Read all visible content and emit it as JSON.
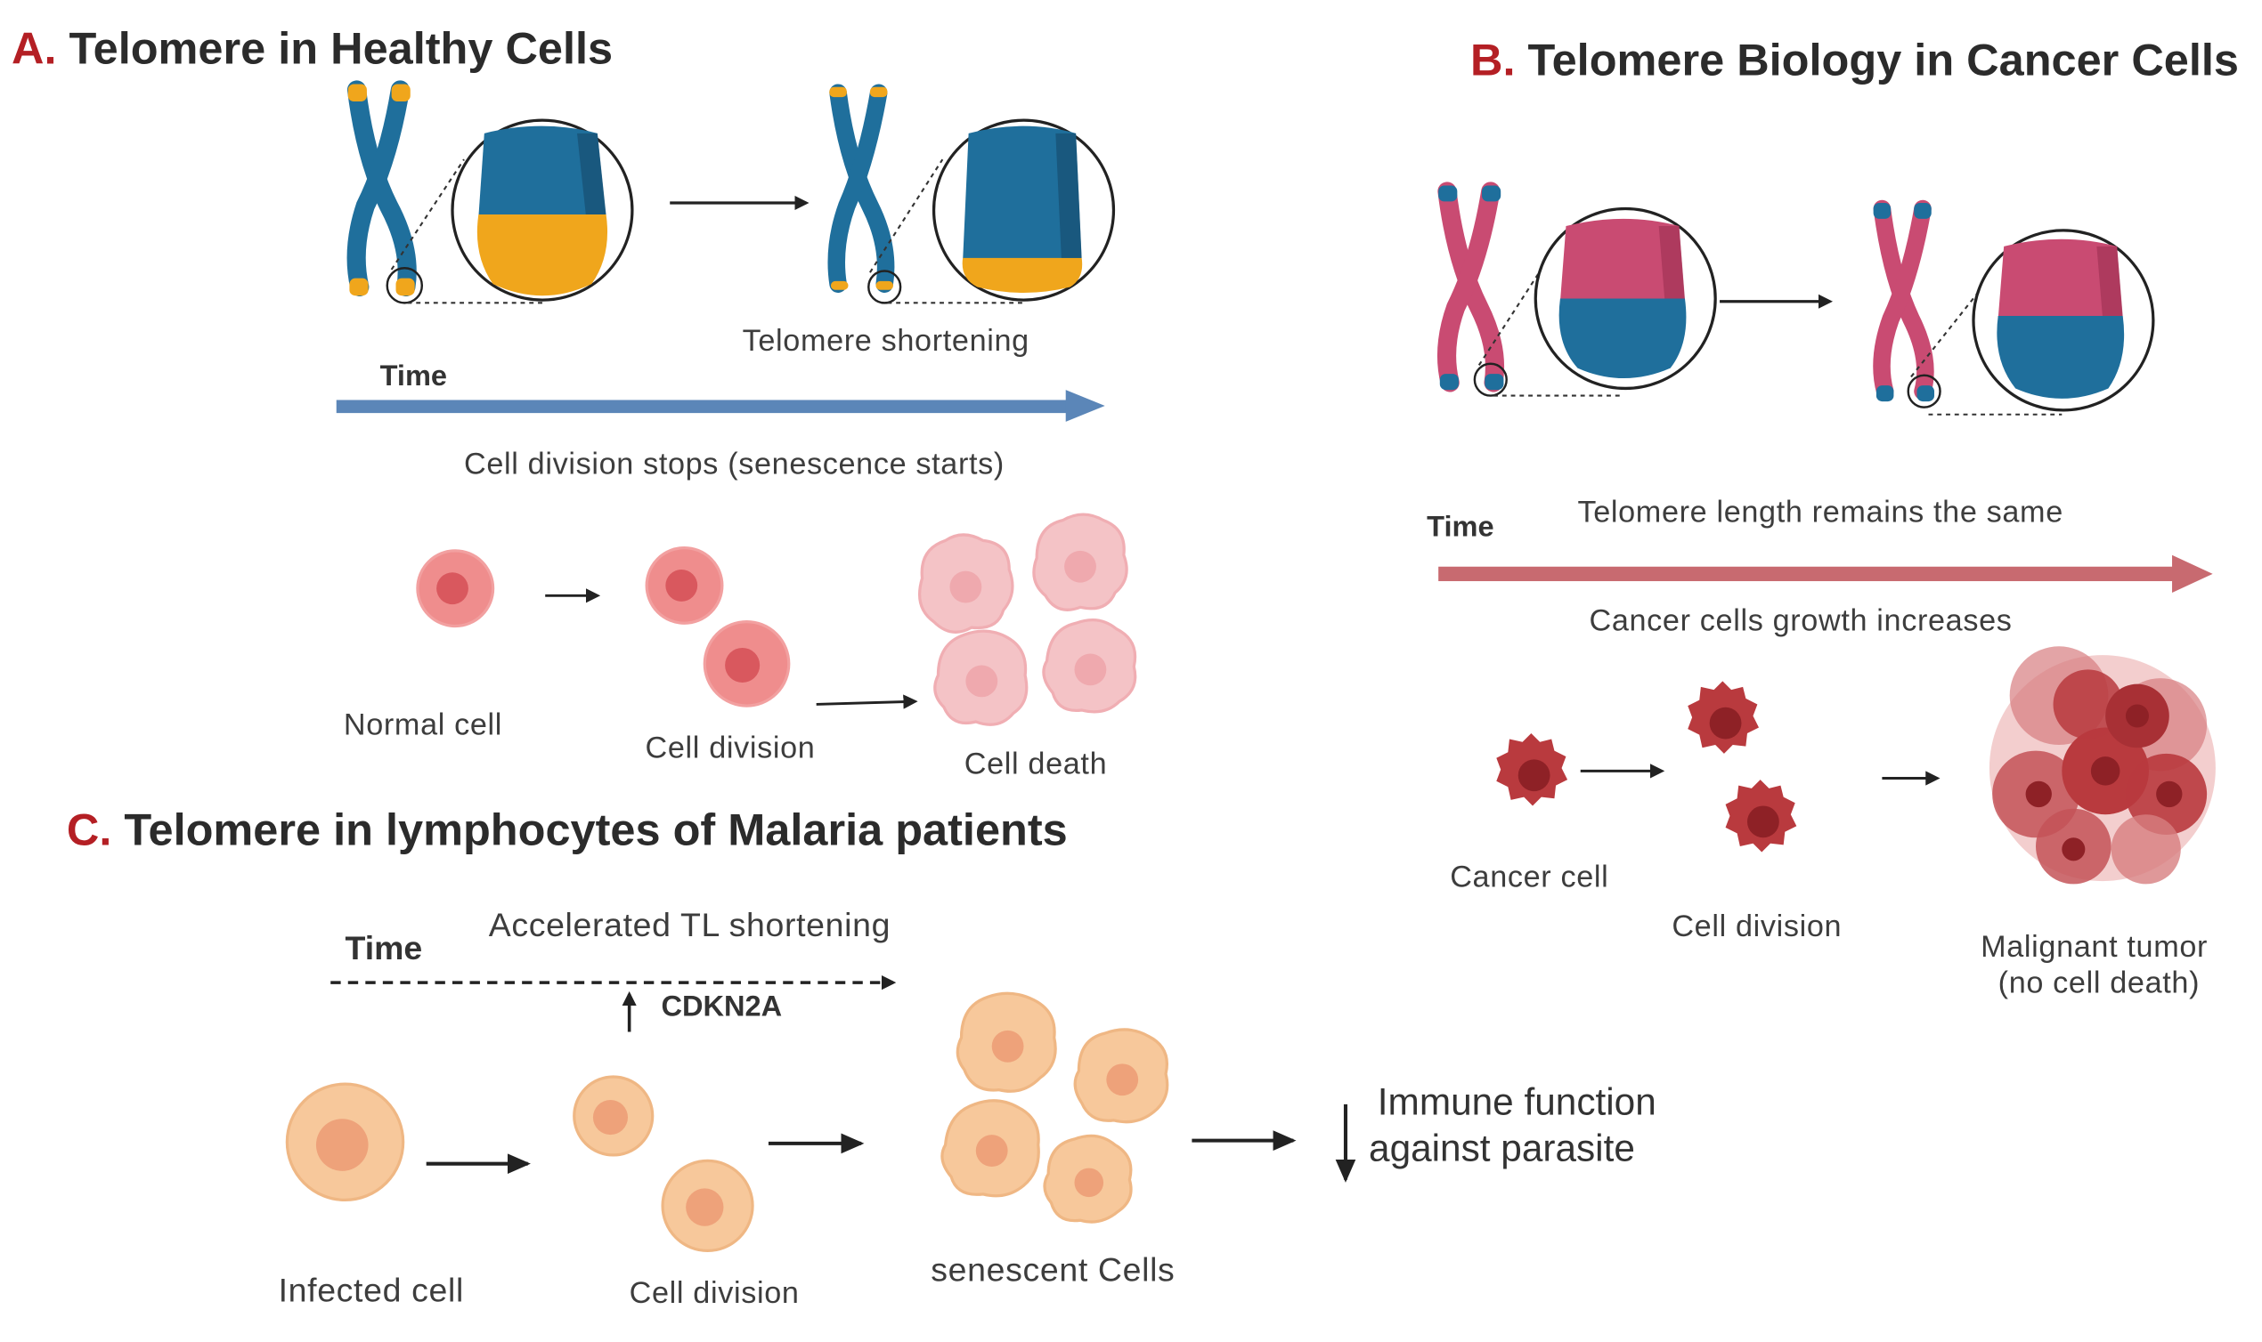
{
  "colors": {
    "panel_letter": "#b41f24",
    "chromosome_healthy": "#1f6f9c",
    "telomere_healthy": "#f0a61c",
    "chromosome_cancer": "#c94b72",
    "telomere_cancer": "#1f6f9c",
    "arrow_time_a": "#5b86b8",
    "arrow_time_b": "#c86a70",
    "normal_cell": "#ef8d8d",
    "dead_cell": "#f4c3c6",
    "cancer_cell": "#b93a3e",
    "infected_cell": "#f7c89b"
  },
  "panel_a": {
    "letter": "A.",
    "title": "Telomere in Healthy Cells",
    "telomere_shortening": "Telomere shortening",
    "time": "Time",
    "division_stops": "Cell division stops (senescence starts)",
    "normal_cell": "Normal cell",
    "cell_division": "Cell division",
    "cell_death": "Cell death"
  },
  "panel_b": {
    "letter": "B.",
    "title": "Telomere Biology in Cancer Cells",
    "time": "Time",
    "length_same": "Telomere length remains the same",
    "growth_increases": "Cancer cells growth increases",
    "cancer_cell": "Cancer cell",
    "cell_division": "Cell division",
    "tumor_line1": "Malignant tumor",
    "tumor_line2": "(no cell death)"
  },
  "panel_c": {
    "letter": "C.",
    "title": "Telomere in lymphocytes of Malaria patients",
    "time": "Time",
    "accelerated": "Accelerated TL shortening",
    "cdkn2a": "CDKN2A",
    "infected_cell": "Infected cell",
    "cell_division": "Cell division",
    "senescent": "senescent Cells",
    "immune_line1": "Immune function",
    "immune_line2": "against parasite"
  }
}
